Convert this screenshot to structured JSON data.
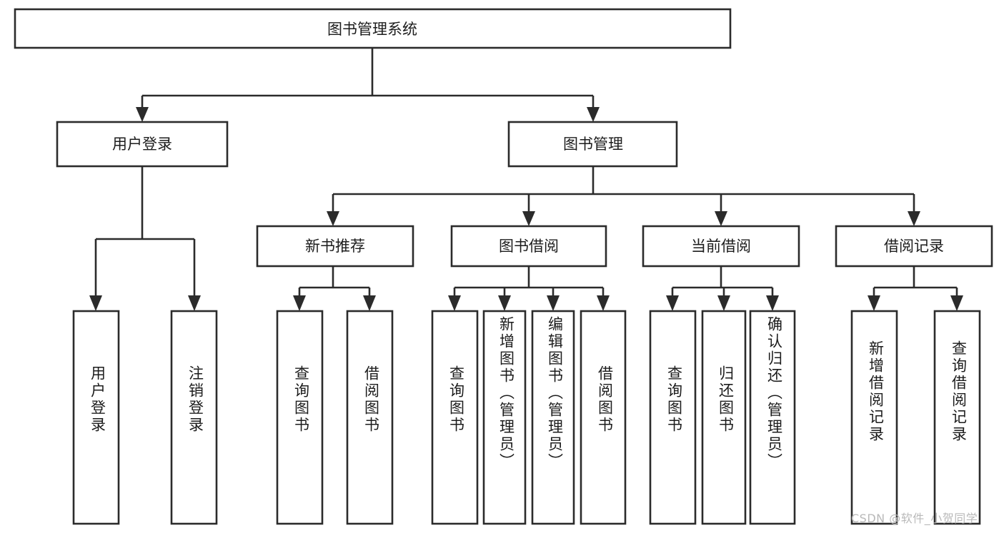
{
  "diagram": {
    "title": "图书管理系统",
    "watermark": "CSDN @软件_小贺同学",
    "colors": {
      "stroke": "#2b2b2b",
      "box_fill": "#ffffff",
      "text": "#1c1c1c",
      "watermark": "#b9b9b9",
      "background": "#ffffff"
    },
    "root": {
      "label": "图书管理系统"
    },
    "level1": [
      {
        "label": "用户登录"
      },
      {
        "label": "图书管理"
      }
    ],
    "level2": [
      {
        "label": "新书推荐"
      },
      {
        "label": "图书借阅"
      },
      {
        "label": "当前借阅"
      },
      {
        "label": "借阅记录"
      }
    ],
    "leaves": {
      "user_login": [
        {
          "label": "用户登录"
        },
        {
          "label": "注销登录"
        }
      ],
      "new_book_recommend": [
        {
          "label": "查询图书"
        },
        {
          "label": "借阅图书"
        }
      ],
      "book_borrow": [
        {
          "label": "查询图书"
        },
        {
          "label": "新增图书（管理员）"
        },
        {
          "label": "编辑图书（管理员）"
        },
        {
          "label": "借阅图书"
        }
      ],
      "current_borrow": [
        {
          "label": "查询图书"
        },
        {
          "label": "归还图书"
        },
        {
          "label": "确认归还（管理员）"
        }
      ],
      "borrow_record": [
        {
          "label": "新增借阅记录"
        },
        {
          "label": "查询借阅记录"
        }
      ]
    }
  }
}
